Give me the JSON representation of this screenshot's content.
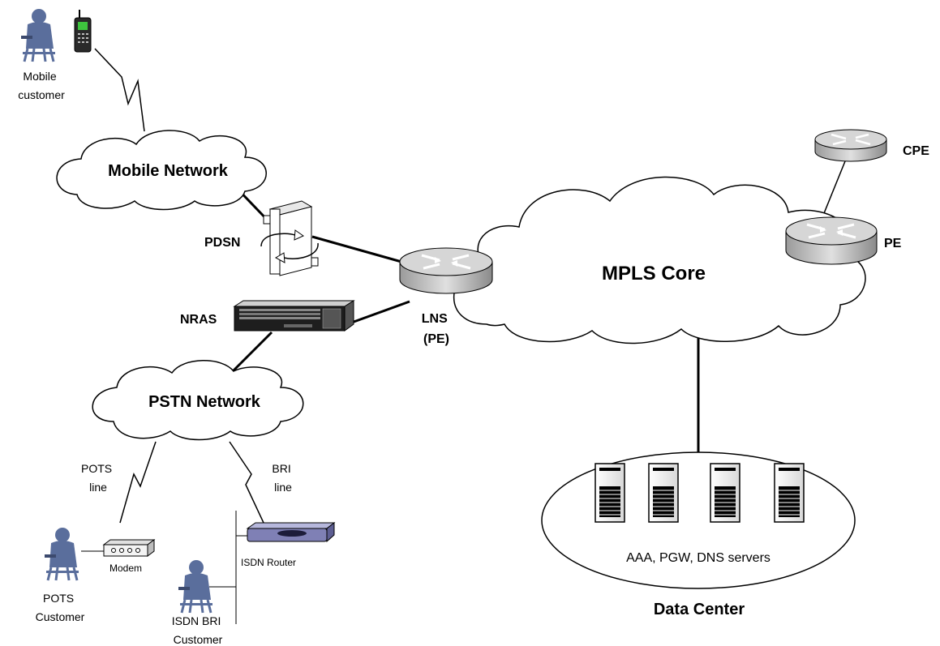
{
  "labels": {
    "mobile_customer": [
      "Mobile",
      "customer"
    ],
    "mobile_network": "Mobile Network",
    "pdsn": "PDSN",
    "nras": "NRAS",
    "lns": [
      "LNS",
      "(PE)"
    ],
    "mpls_core": "MPLS Core",
    "cpe": "CPE",
    "pe": "PE",
    "pstn_network": "PSTN Network",
    "pots_line": [
      "POTS",
      "line"
    ],
    "bri_line": [
      "BRI",
      "line"
    ],
    "modem": "Modem",
    "isdn_router": "ISDN Router",
    "pots_customer": [
      "POTS",
      "Customer"
    ],
    "isdn_customer": [
      "ISDN BRI",
      "Customer"
    ],
    "servers": "AAA, PGW, DNS servers",
    "data_center": "Data Center"
  },
  "colors": {
    "line": "#000000",
    "router_fill": "#b8b8b8",
    "router_top": "#d6d6d6",
    "person": "#5a6e9c",
    "isdn_router": "#7f80b5"
  }
}
